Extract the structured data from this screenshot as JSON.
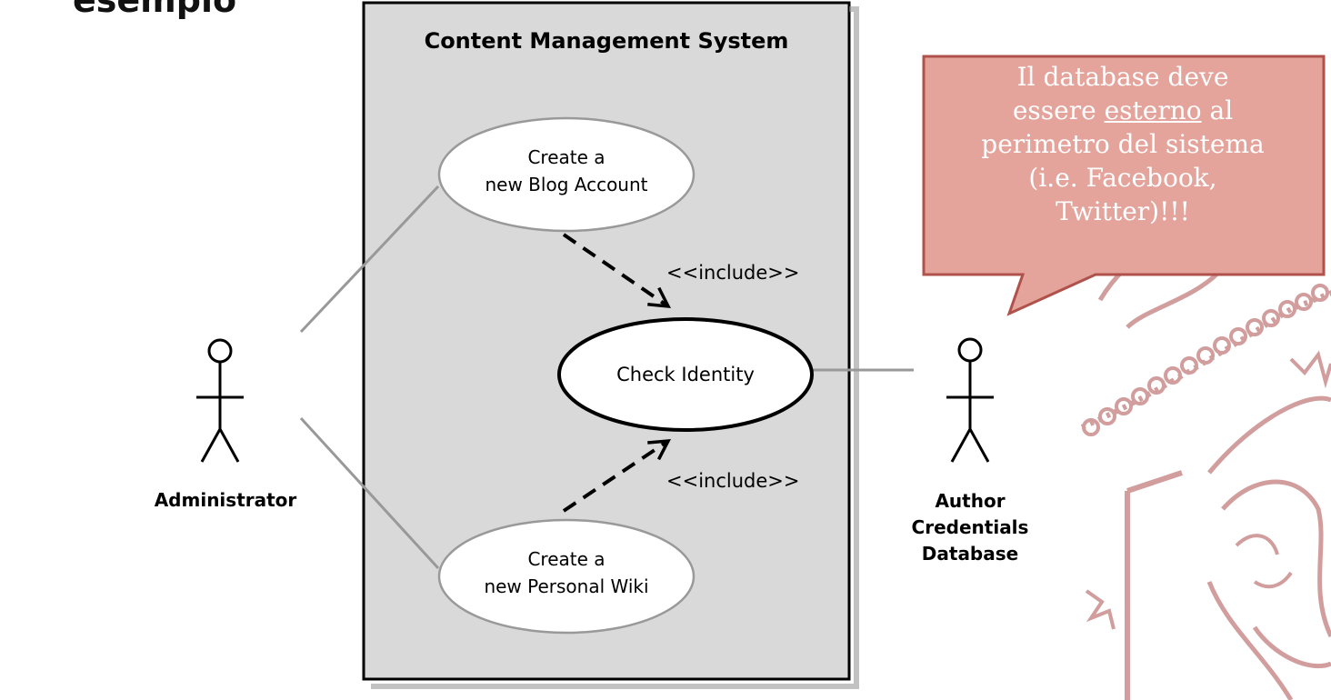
{
  "slide": {
    "title": "esempio"
  },
  "diagram": {
    "system": {
      "title": "Content Management System"
    },
    "use_cases": {
      "blog": {
        "line1": "Create a",
        "line2": "new Blog Account"
      },
      "identity": {
        "label": "Check Identity"
      },
      "wiki": {
        "line1": "Create a",
        "line2": "new Personal Wiki"
      }
    },
    "relations": {
      "include_top": "<<include>>",
      "include_bottom": "<<include>>"
    },
    "actors": {
      "admin": {
        "label": "Administrator"
      },
      "db": {
        "line1": "Author",
        "line2": "Credentials",
        "line3": "Database"
      }
    }
  },
  "callout": {
    "line1": "Il database deve",
    "line2_pre": "essere ",
    "line2_emph": "esterno",
    "line2_post": " al",
    "line3": "perimetro del sistema",
    "line4": "(i.e. Facebook,",
    "line5": "Twitter)!!!"
  },
  "colors": {
    "callout_fill": "#e4a49c",
    "callout_border": "#b0524b",
    "seal": "#c98c8c",
    "boundary_fill": "#d9d9d9"
  }
}
